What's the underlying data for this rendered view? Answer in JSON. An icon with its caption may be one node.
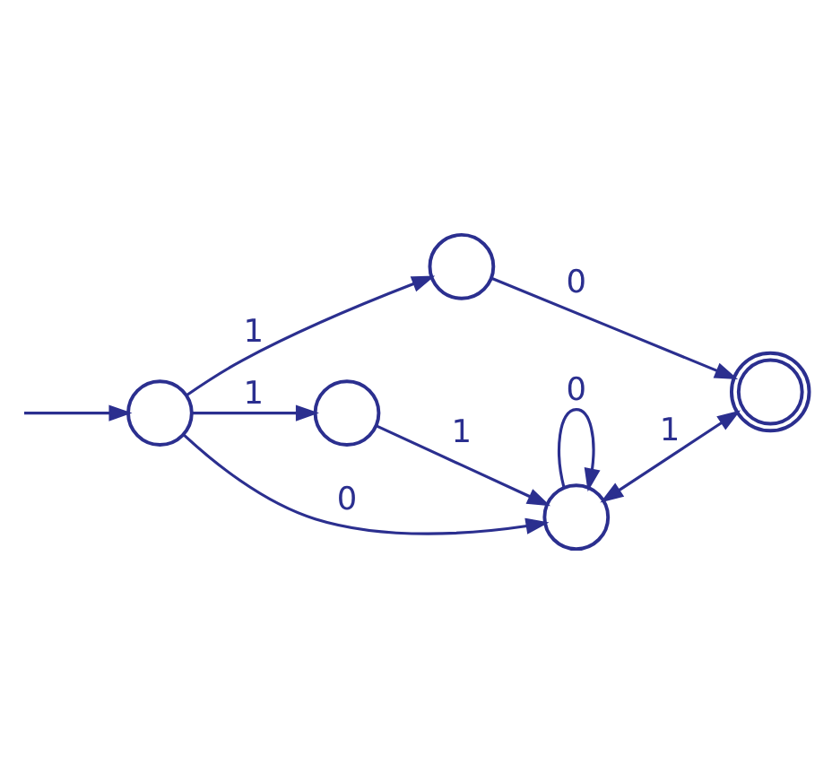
{
  "diagram": {
    "nodes": [
      {
        "text": [],
        "shape": "circle"
      },
      {
        "text": [],
        "shape": "circle"
      },
      {
        "text": [],
        "shape": "doublecircle"
      },
      {
        "text": [],
        "shape": "circle"
      },
      {
        "text": [],
        "shape": "circle"
      }
    ],
    "edges": [
      {
        "from": null,
        "to": 0,
        "arrow": "to"
      },
      {
        "from": 0,
        "to": 1,
        "arrow": "to",
        "label": "1"
      },
      {
        "from": 1,
        "to": 2,
        "arrow": "to",
        "label": "0"
      },
      {
        "from": 0,
        "to": 3,
        "arrow": "to",
        "label": "1"
      },
      {
        "from": 3,
        "to": 4,
        "arrow": "to",
        "label": "1"
      },
      {
        "from": 0,
        "to": 4,
        "arrow": "to",
        "label": "0"
      },
      {
        "from": 4,
        "to": 2,
        "arrow": "both",
        "label": "1"
      },
      {
        "from": 4,
        "to": 4,
        "arrow": "to",
        "label": "0"
      }
    ]
  }
}
